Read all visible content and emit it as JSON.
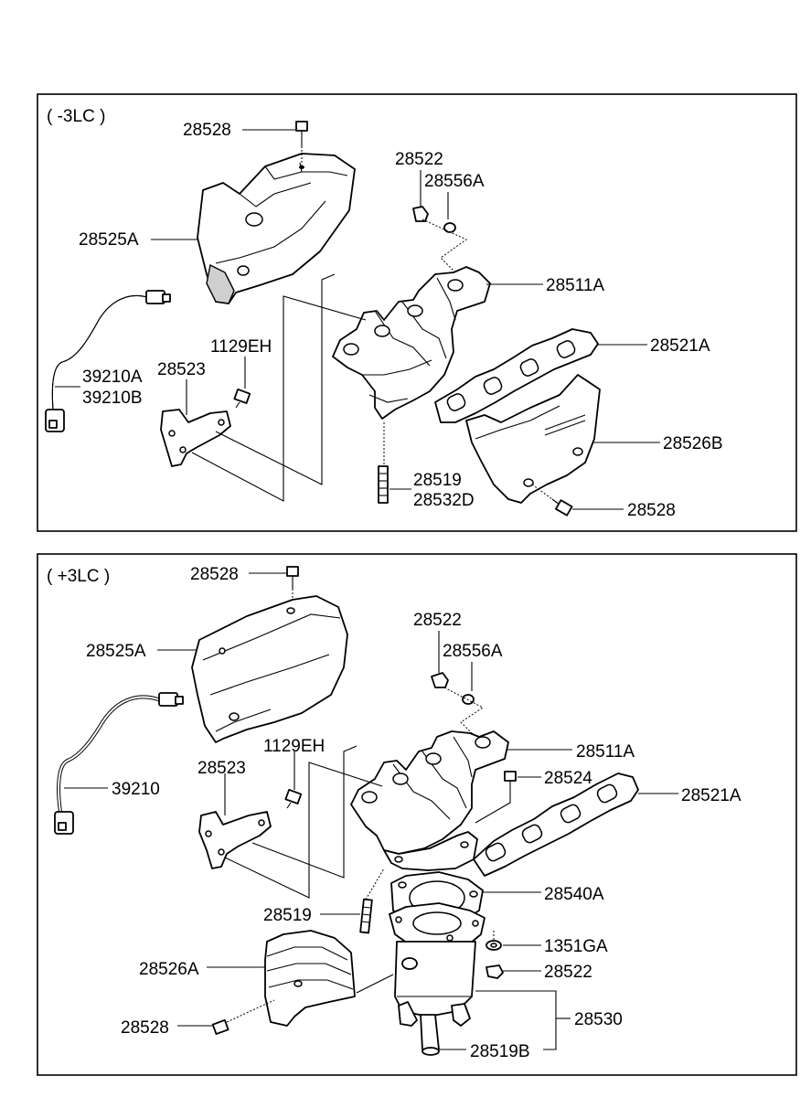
{
  "panels": [
    {
      "tag": "( -3LC )",
      "labels": {
        "bolt_top": "28528",
        "nut": "28522",
        "gasket_ring": "28556A",
        "heat_shield_upper": "28525A",
        "manifold": "28511A",
        "manifold_gasket": "28521A",
        "bolt_bracket": "1129EH",
        "bracket": "28523",
        "sensor_a": "39210A",
        "sensor_b": "39210B",
        "heat_shield_lower": "28526B",
        "stud": "28519",
        "stud_b": "28532D",
        "bolt_bottom": "28528"
      }
    },
    {
      "tag": "( +3LC )",
      "labels": {
        "bolt_top": "28528",
        "nut": "28522",
        "gasket_ring": "28556A",
        "heat_shield_upper": "28525A",
        "bolt_bracket": "1129EH",
        "manifold": "28511A",
        "bracket": "28523",
        "bolt_small": "28524",
        "sensor": "39210",
        "manifold_gasket": "28521A",
        "converter_gasket": "28540A",
        "stud": "28519",
        "washer": "1351GA",
        "heat_shield_lower": "28526A",
        "nut_lower": "28522",
        "converter": "28530",
        "bolt_bottom": "28528",
        "stud_converter": "28519B"
      }
    }
  ]
}
